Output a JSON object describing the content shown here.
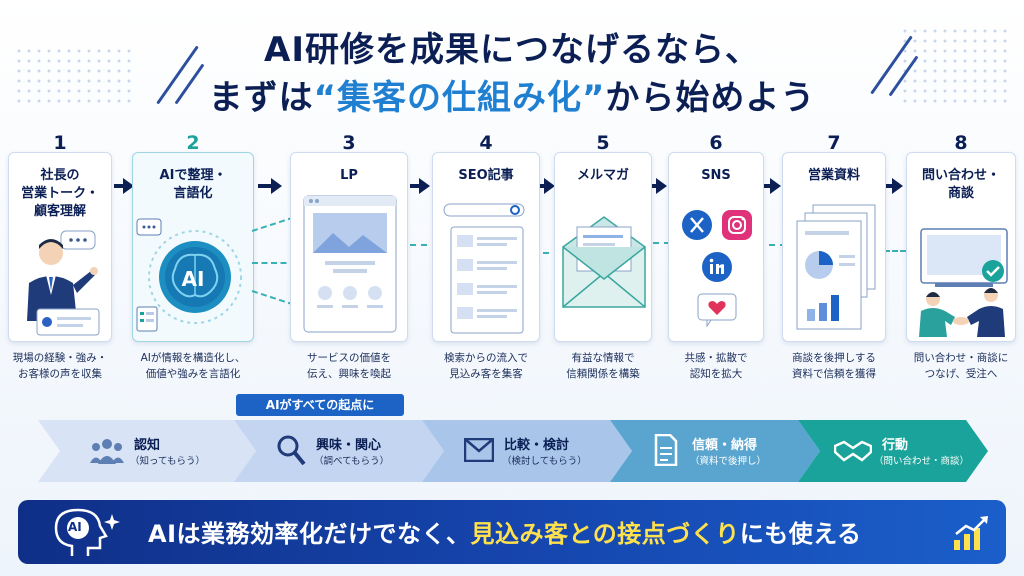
{
  "title": {
    "line1": "AI研修を成果につなげるなら、",
    "line2_pre": "まずは",
    "line2_accent": "“集客の仕組み化”",
    "line2_post": "から始めよう"
  },
  "steps": [
    {
      "num": "1",
      "title": "社長の\n営業トーク・\n顧客理解",
      "desc": "現場の経験・強み・\nお客様の声を収集"
    },
    {
      "num": "2",
      "title": "AIで整理・\n言語化",
      "desc": "AIが情報を構造化し、\n価値や強みを言語化",
      "badge": "AI"
    },
    {
      "num": "3",
      "title": "LP",
      "desc": "サービスの価値を\n伝え、興味を喚起"
    },
    {
      "num": "4",
      "title": "SEO記事",
      "desc": "検索からの流入で\n見込み客を集客"
    },
    {
      "num": "5",
      "title": "メルマガ",
      "desc": "有益な情報で\n信頼関係を構築"
    },
    {
      "num": "6",
      "title": "SNS",
      "desc": "共感・拡散で\n認知を拡大"
    },
    {
      "num": "7",
      "title": "営業資料",
      "desc": "商談を後押しする\n資料で信頼を獲得"
    },
    {
      "num": "8",
      "title": "問い合わせ・\n商談",
      "desc": "問い合わせ・商談に\nつなげ、受注へ"
    }
  ],
  "ai_label": "AIがすべての起点に",
  "funnel": [
    {
      "label": "認知",
      "sub": "（知ってもらう）"
    },
    {
      "label": "興味・関心",
      "sub": "（調べてもらう）"
    },
    {
      "label": "比較・検討",
      "sub": "（検討してもらう）"
    },
    {
      "label": "信頼・納得",
      "sub": "（資料で後押し）"
    },
    {
      "label": "行動",
      "sub": "（問い合わせ・商談）"
    }
  ],
  "banner": {
    "badge": "AI",
    "pre": "AIは業務効率化だけでなく、",
    "highlight": "見込み客との接点づくり",
    "post": "にも使える"
  },
  "colors": {
    "navy": "#0b1f55",
    "teal": "#1aa39a",
    "accent_blue": "#1f7fd0",
    "highlight_yellow": "#ffe14d"
  }
}
